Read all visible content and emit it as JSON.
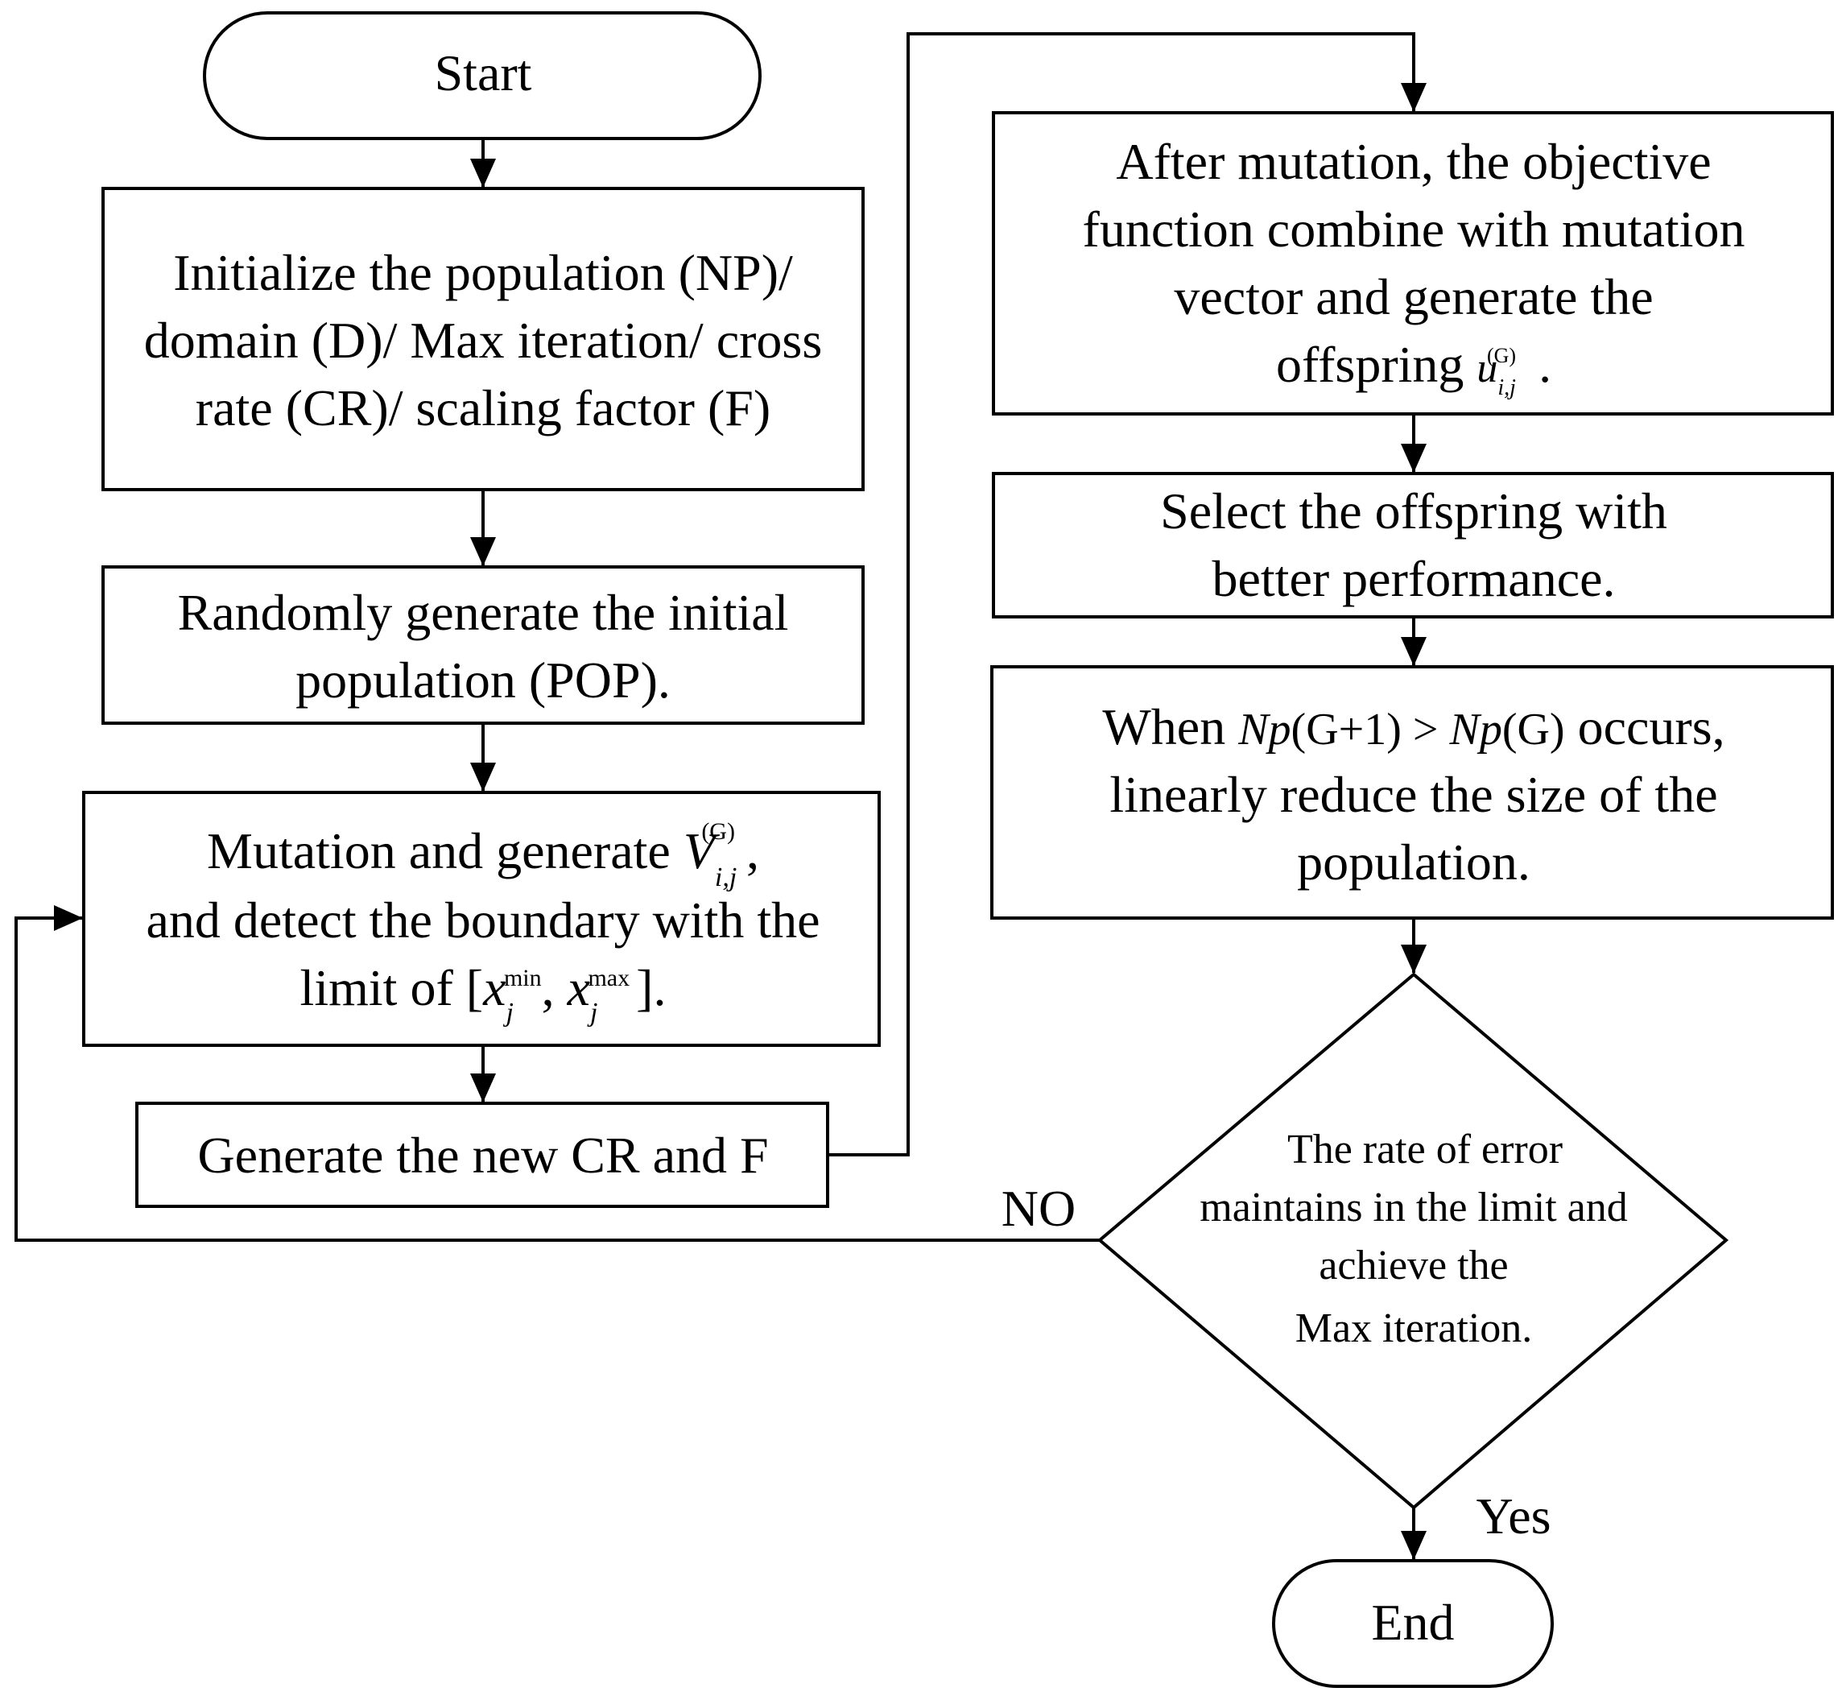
{
  "nodes": {
    "start": {
      "label": "Start"
    },
    "init": {
      "lines": [
        "Initialize the population (NP)/",
        "domain (D)/ Max iteration/ cross",
        "rate (CR)/ scaling factor (F)"
      ]
    },
    "random": {
      "lines": [
        "Randomly generate the initial",
        "population (POP)."
      ]
    },
    "mutation": {
      "line1_text": "Mutation and generate ",
      "line1_var": "V",
      "line1_sub": "i,j",
      "line1_sup": "(G)",
      "line1_end": ",",
      "line2": "and detect the boundary with the",
      "line3_text": "limit of [",
      "line3_var": "x",
      "line3_sub": "j",
      "line3_sup_min": "min",
      "line3_comma": ", ",
      "line3_sup_max": "max",
      "line3_end": "]."
    },
    "newcr": {
      "label": "Generate the new CR and F"
    },
    "after": {
      "lines": [
        "After mutation, the objective",
        "function combine with mutation",
        "vector and generate the"
      ],
      "line4_text": "offspring ",
      "line4_var": "u",
      "line4_sub": "i,j",
      "line4_sup": "(G)",
      "line4_end": "."
    },
    "select": {
      "lines": [
        "Select the offspring with",
        "better performance."
      ]
    },
    "reduce": {
      "line1_pre": "When ",
      "np": "Np",
      "g1": "(G+1)",
      "gt": " > ",
      "g0": "(G)",
      "line1_post": " occurs,",
      "lines": [
        "linearly reduce the size of the",
        "population."
      ]
    },
    "decision": {
      "lines": [
        "The rate of error",
        "maintains in the limit and",
        "achieve the",
        "Max iteration."
      ]
    },
    "end": {
      "label": "End"
    }
  },
  "edges": {
    "no_label": "NO",
    "yes_label": "Yes"
  }
}
